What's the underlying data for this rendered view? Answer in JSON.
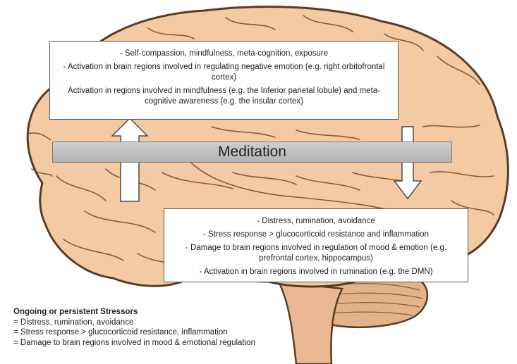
{
  "top_box": {
    "lines": [
      "- Self-compassion, mindfulness, meta-cognition, exposure",
      "-  Activation in brain regions involved in regulating negative emotion (e.g. right orbitofrontal cortex)",
      "Activation in regions involved in mindfulness (e.g. the Inferior parietal lobule) and meta-cognitive awareness (e.g. the insular cortex)"
    ]
  },
  "meditation_label": "Meditation",
  "bottom_box": {
    "lines": [
      "- Distress, rumination, avoidance",
      "- Stress response > glucocorticoid resistance and inflammation",
      "- Damage to brain regions involved in regulation of mood & emotion (e.g. prefrontal cortex, hippocampus)",
      "- Activation in brain regions involved in rumination (e.g. the DMN)"
    ]
  },
  "legend": {
    "title": "Ongoing or persistent Stressors",
    "items": [
      "= Distress, rumination, avoidance",
      "= Stress response > glucocorticoid resistance, inflammation",
      "= Damage to brain regions involved in mood & emotional regulation"
    ]
  },
  "colors": {
    "brain_fill": "#f3caa2",
    "brain_outline": "#5a3b22",
    "cerebellum_fill": "#e2b28a",
    "bar_fill": "#c4c4c4"
  }
}
